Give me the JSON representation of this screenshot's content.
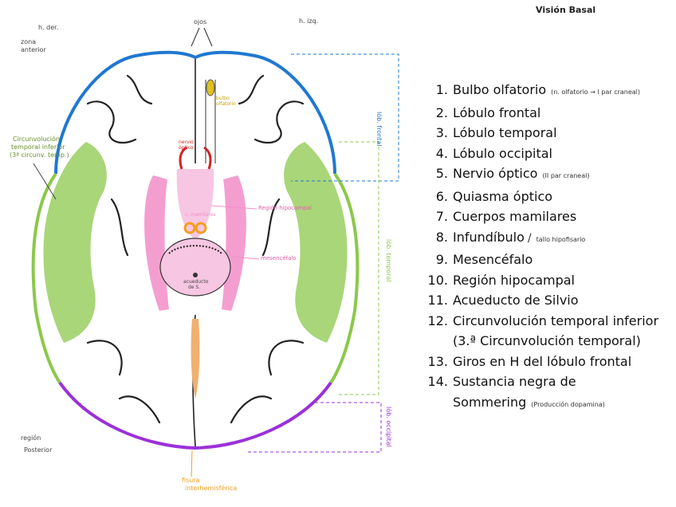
{
  "title": "Visión Basal",
  "labels": {
    "eyes": "ojos",
    "right_hemisphere": "h. der.",
    "left_hemisphere": "h. izq.",
    "anterior_line1": "zona",
    "anterior_line2": "anterior",
    "posterior_line1": "región",
    "posterior_line2": "Posterior",
    "inferior_gyrus_line1": "Circunvolución",
    "inferior_gyrus_line2": "temporal inferior",
    "inferior_gyrus_line3": "(3ª circunv. temp.)",
    "olfactory_bulb_line1": "bulbo",
    "olfactory_bulb_line2": "olfatorio",
    "optic_nerve_line1": "nervio",
    "optic_nerve_line2": "óptico",
    "mammillary": "c. mamilares",
    "hippocampal": "Región hipocampal",
    "midbrain": "mesencéfalo",
    "aqueduct_line1": "acueducto",
    "aqueduct_line2": "de S.",
    "fissure_line1": "fisura",
    "fissure_line2": "interhemisférica",
    "frontal_lobe": "lób. frontal",
    "temporal_lobe": "lób. temporal",
    "occipital_lobe": "lób. occipital"
  },
  "legend": [
    {
      "num": "1.",
      "text": "Bulbo olfatorio",
      "note": "(n. olfatorio → I par craneal)"
    },
    {
      "num": "2.",
      "text": "Lóbulo frontal"
    },
    {
      "num": "3.",
      "text": "Lóbulo temporal"
    },
    {
      "num": "4.",
      "text": "Lóbulo occipital"
    },
    {
      "num": "5.",
      "text": "Nervio óptico",
      "note": "(II par craneal)"
    },
    {
      "num": "6.",
      "text": "Quiasma óptico"
    },
    {
      "num": "7.",
      "text": "Cuerpos mamilares"
    },
    {
      "num": "8.",
      "text": "Infundíbulo",
      "slash": "/",
      "note": "tallo hipofisario"
    },
    {
      "num": "9.",
      "text": "Mesencéfalo"
    },
    {
      "num": "10.",
      "text": "Región hipocampal"
    },
    {
      "num": "11.",
      "text": "Acueducto de Silvio"
    },
    {
      "num": "12.",
      "text": "Circunvolución temporal inferior (3.ª Circunvolución temporal)"
    },
    {
      "num": "13.",
      "text": "Giros en H del lóbulo frontal"
    },
    {
      "num": "14.",
      "text": "Sustancia negra de Sommering",
      "note": "(Producción dopamina)"
    }
  ],
  "colors": {
    "frontal": "#1f78d1",
    "temporal": "#8cc84b",
    "occipital": "#9b30d9",
    "hippocampal": "#f28dc8",
    "midbrain": "#f7c6e2",
    "olfactory": "#e0c020",
    "optic": "#d42020",
    "mammillary": "#f0a020",
    "fissure": "#f0b070"
  }
}
